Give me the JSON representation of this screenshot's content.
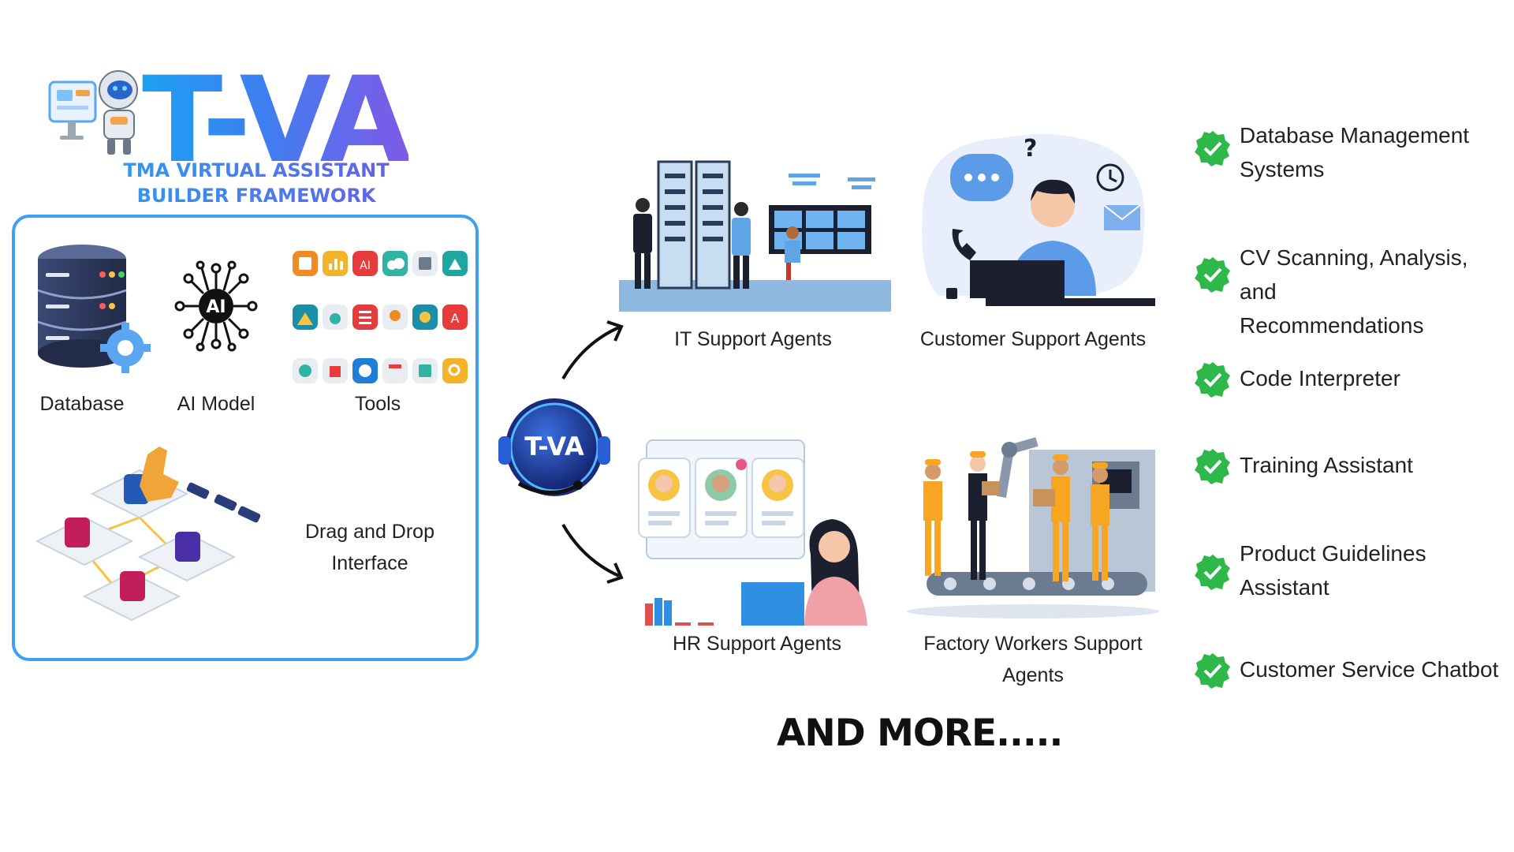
{
  "logo": {
    "title": "T-VA",
    "subtitle_line1": "TMA VIRTUAL ASSISTANT",
    "subtitle_line2": "BUILDER FRAMEWORK"
  },
  "components": {
    "database_label": "Database",
    "ai_model_label": "AI Model",
    "ai_chip_text": "AI",
    "tools_label": "Tools",
    "drag_drop_label_line1": "Drag and Drop",
    "drag_drop_label_line2": "Interface"
  },
  "center_badge": {
    "text": "T-VA"
  },
  "agents": {
    "it": "IT Support Agents",
    "customer": "Customer Support Agents",
    "hr": "HR Support Agents",
    "factory_line1": "Factory Workers Support",
    "factory_line2": "Agents"
  },
  "capabilities": [
    {
      "line1": "Database Management",
      "line2": "Systems"
    },
    {
      "line1": "CV Scanning, Analysis, and",
      "line2": "Recommendations"
    },
    {
      "line1": "Code Interpreter",
      "line2": ""
    },
    {
      "line1": "Training Assistant",
      "line2": ""
    },
    {
      "line1": "Product Guidelines",
      "line2": "Assistant"
    },
    {
      "line1": "Customer Service Chatbot",
      "line2": ""
    }
  ],
  "footer": {
    "and_more": "AND MORE....."
  },
  "colors": {
    "accent_blue": "#3ea0f2",
    "brand_purple": "#7f59e6",
    "check_green": "#2fb84a"
  }
}
